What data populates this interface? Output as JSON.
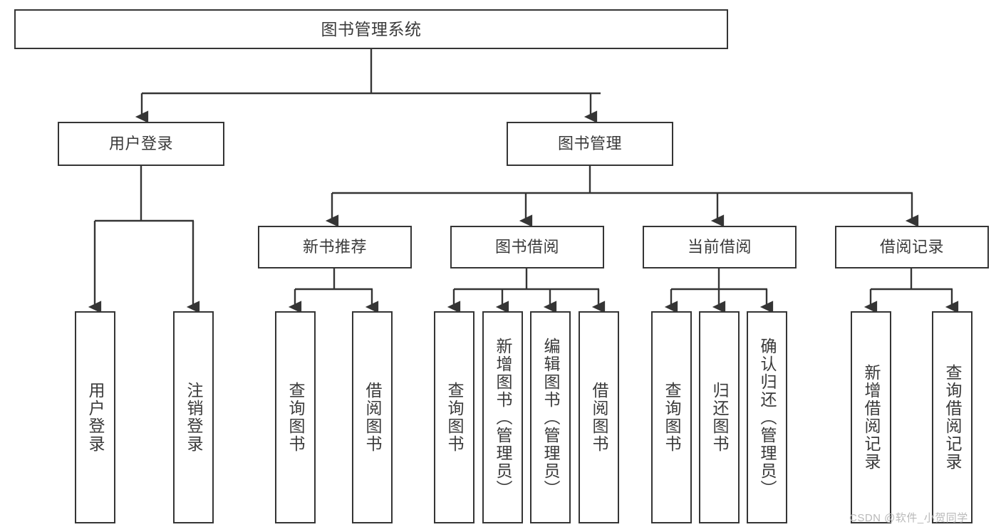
{
  "diagram": {
    "type": "tree-hierarchy",
    "title": "图书管理系统",
    "orientation": "top-down",
    "colors": {
      "box_border": "#353535",
      "box_fill": "#ffffff",
      "text": "#3a3a3a",
      "edge": "#353535",
      "watermark": "#b9b9b9",
      "background": "#ffffff"
    },
    "nodes": {
      "root": {
        "label": "图书管理系统"
      },
      "level2": [
        {
          "label": "用户登录"
        },
        {
          "label": "图书管理"
        }
      ],
      "level3": [
        {
          "label": "新书推荐"
        },
        {
          "label": "图书借阅"
        },
        {
          "label": "当前借阅"
        },
        {
          "label": "借阅记录"
        }
      ],
      "leaves": {
        "user_login": [
          {
            "label": "用户登录"
          },
          {
            "label": "注销登录"
          }
        ],
        "new_book_recommend": [
          {
            "label": "查询图书"
          },
          {
            "label": "借阅图书"
          }
        ],
        "book_borrow": [
          {
            "label": "查询图书"
          },
          {
            "label": "新增图书（管理员）"
          },
          {
            "label": "编辑图书（管理员）"
          },
          {
            "label": "借阅图书"
          }
        ],
        "current_borrow": [
          {
            "label": "查询图书"
          },
          {
            "label": "归还图书"
          },
          {
            "label": "确认归还（管理员）"
          }
        ],
        "borrow_records": [
          {
            "label": "新增借阅记录"
          },
          {
            "label": "查询借阅记录"
          }
        ]
      }
    },
    "watermark": "CSDN @软件_小贺同学"
  }
}
